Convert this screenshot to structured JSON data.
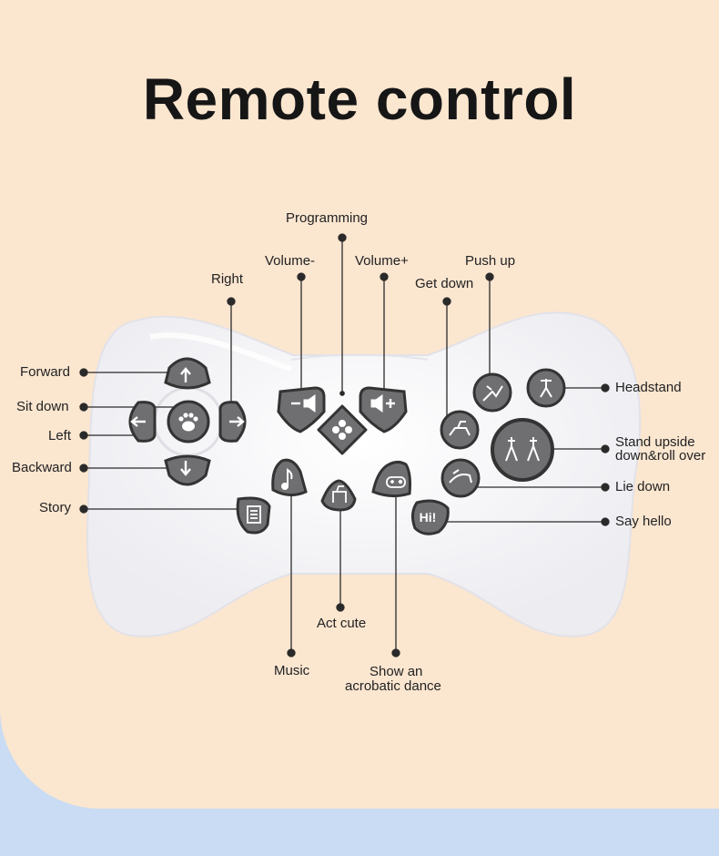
{
  "title": "Remote control",
  "colors": {
    "background_card": "#fbe6d0",
    "background_outer": "#c9dcf3",
    "controller_body": "#f7f7f9",
    "button_face": "#6f6f72",
    "button_rim": "#333333",
    "leader_line": "#2a2a2a"
  },
  "labels": {
    "programming": "Programming",
    "volume_down": "Volume-",
    "volume_up": "Volume+",
    "right": "Right",
    "push_up": "Push up",
    "get_down": "Get down",
    "forward": "Forward",
    "sit_down": "Sit down",
    "left": "Left",
    "backward": "Backward",
    "story": "Story",
    "headstand": "Headstand",
    "stand_upside_1": "Stand upside",
    "stand_upside_2": "down&roll over",
    "lie_down": "Lie down",
    "say_hello": "Say hello",
    "act_cute": "Act cute",
    "music": "Music",
    "show_dance_1": "Show an",
    "show_dance_2": "acrobatic dance"
  },
  "button_glyphs": {
    "forward": "forward-arrow-icon",
    "left": "left-arrow-icon",
    "right": "right-arrow-icon",
    "backward": "backward-arrow-icon",
    "sit_down": "paw-icon",
    "volume_down": "speaker-minus-icon",
    "volume_up": "speaker-plus-icon",
    "programming": "flower-icon",
    "music": "music-note-icon",
    "act_cute": "dog-icon",
    "show_dance": "gamepad-icon",
    "story": "book-icon",
    "say_hello": "Hi!"
  }
}
